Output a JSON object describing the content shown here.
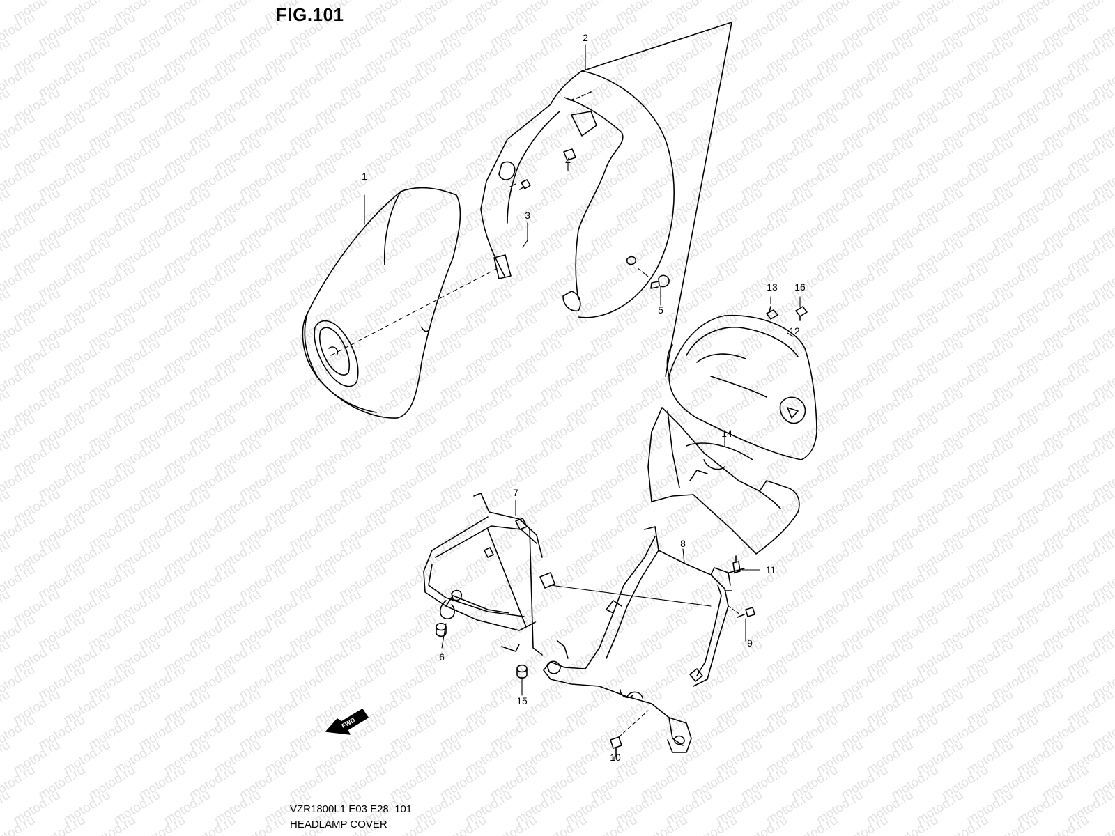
{
  "figure": {
    "title": "FIG.101",
    "model_code": "VZR1800L1 E03 E28_101",
    "section_name": "HEADLAMP COVER"
  },
  "watermark": {
    "text": "motod.ru",
    "color": "#e2e2e2"
  },
  "direction_arrow": {
    "label": "FWD"
  },
  "callouts": [
    "1",
    "2",
    "3",
    "4",
    "5",
    "6",
    "7",
    "8",
    "9",
    "10",
    "11",
    "12",
    "13",
    "14",
    "15",
    "16"
  ],
  "colors": {
    "line": "#000000",
    "background": "#ffffff"
  }
}
